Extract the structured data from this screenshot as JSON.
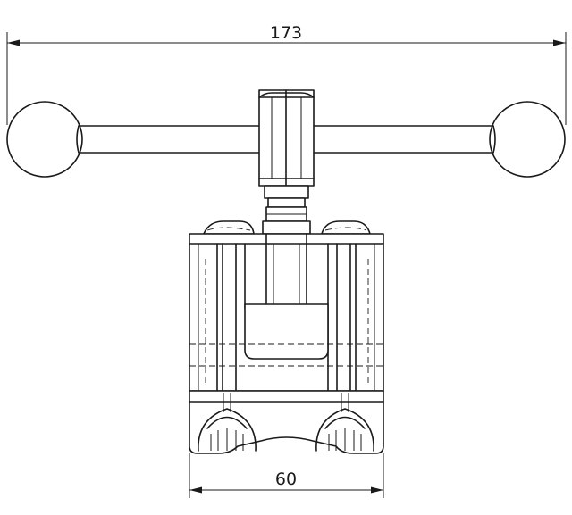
{
  "drawing": {
    "dimensions": [
      {
        "id": "overall-width",
        "value": "173"
      },
      {
        "id": "base-width",
        "value": "60"
      }
    ]
  }
}
